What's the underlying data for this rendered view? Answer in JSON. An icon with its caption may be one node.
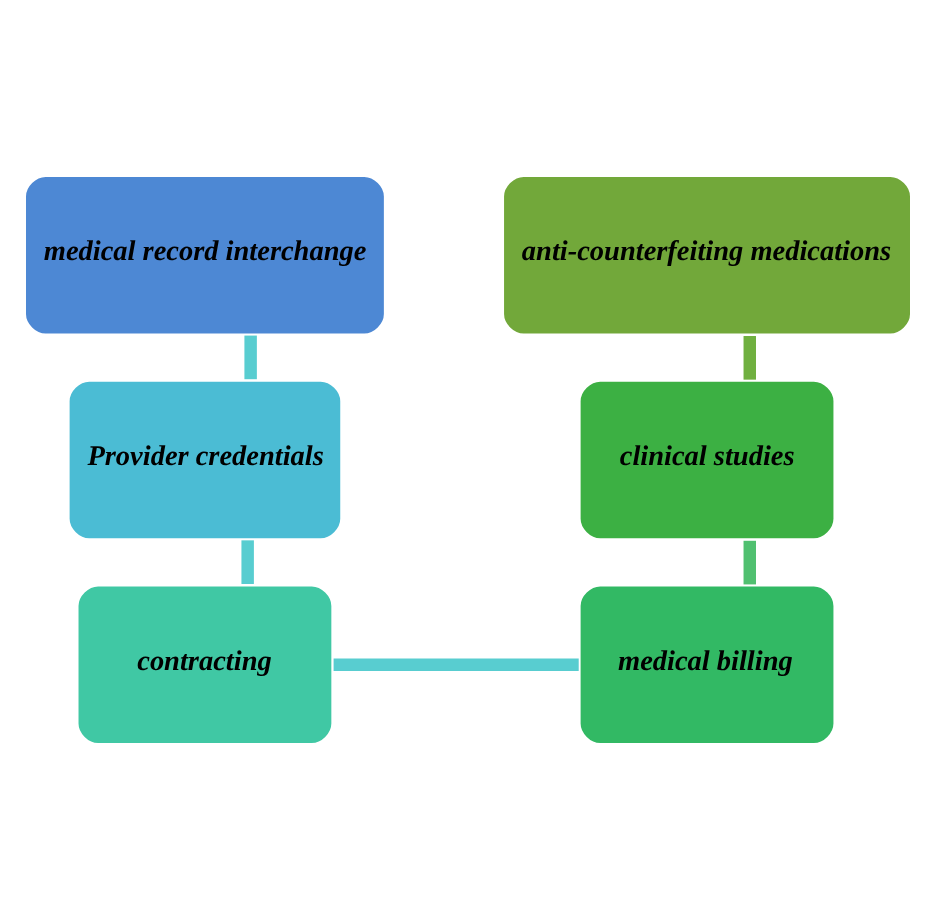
{
  "diagram": {
    "nodes": [
      {
        "text": [
          "medical record interchange"
        ]
      },
      {
        "text": [
          "Provider credentials"
        ]
      },
      {
        "text": [
          "contracting"
        ]
      },
      {
        "text": [
          "anti-counterfeiting medications"
        ]
      },
      {
        "text": [
          "clinical studies"
        ]
      },
      {
        "text": [
          "medical billing"
        ]
      }
    ],
    "edges": [
      {
        "from": 0,
        "to": 1,
        "arrow": "none"
      },
      {
        "from": 1,
        "to": 2,
        "arrow": "none"
      },
      {
        "from": 2,
        "to": 5,
        "arrow": "none"
      },
      {
        "from": 5,
        "to": 4,
        "arrow": "none",
        "color": "#50c070"
      },
      {
        "from": 4,
        "to": 3,
        "arrow": "none",
        "color": "#70b040"
      }
    ]
  }
}
